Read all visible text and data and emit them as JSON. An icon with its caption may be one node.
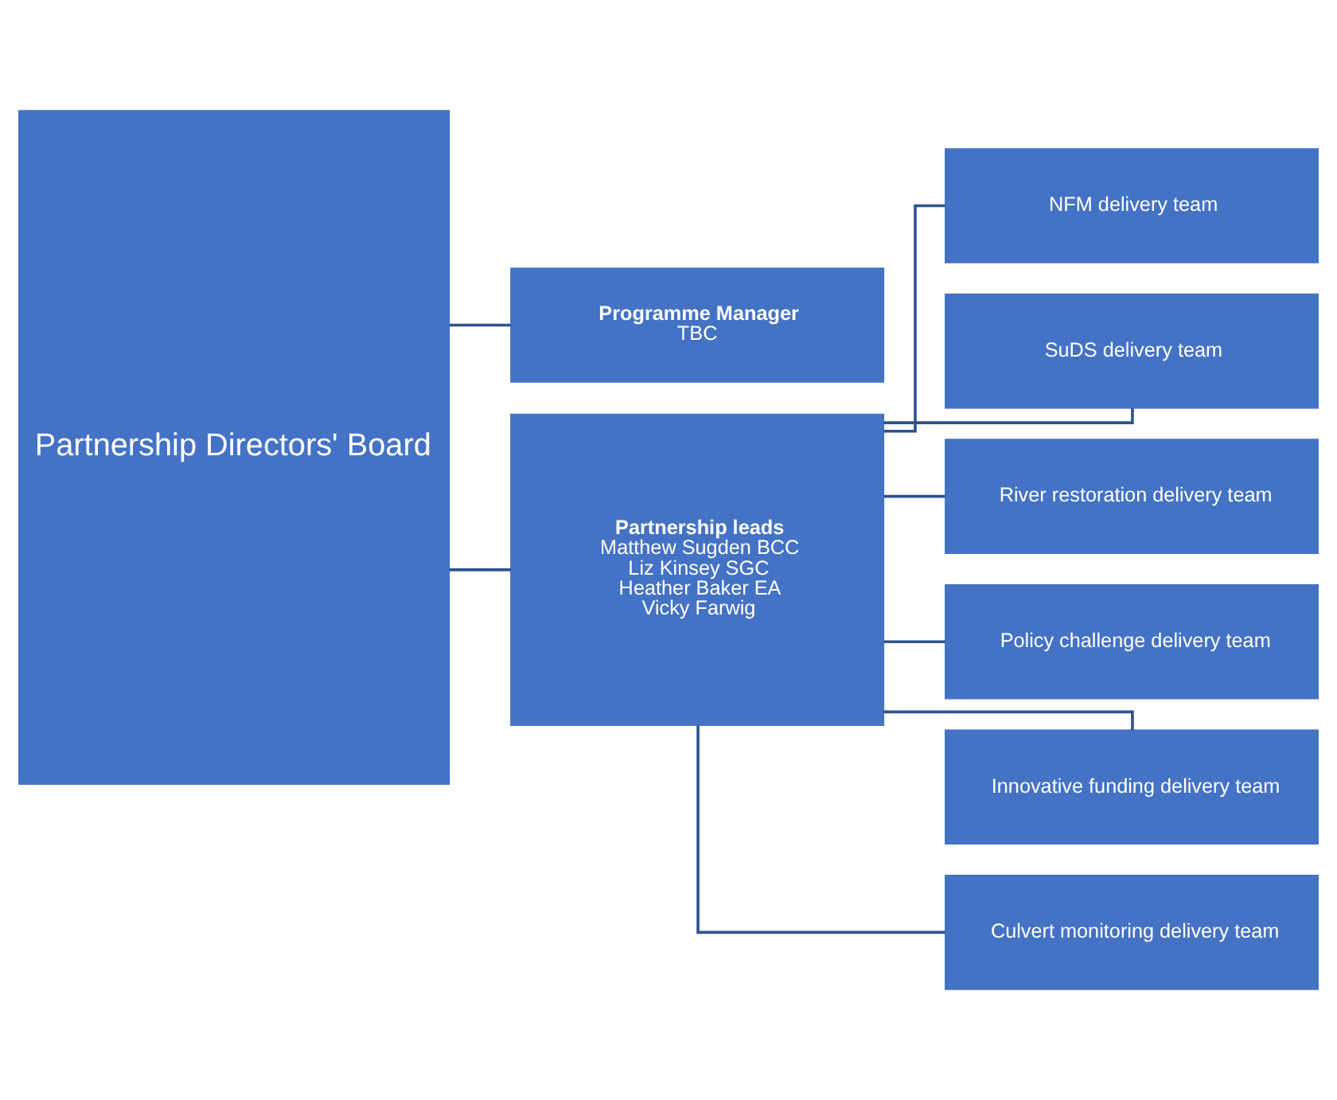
{
  "diagram": {
    "nodes": [
      {
        "text": [
          "Partnership Directors' Board"
        ]
      },
      {
        "text": [
          "Programme Manager",
          "TBC"
        ]
      },
      {
        "text": [
          "Partnership leads",
          "Matthew Sugden BCC",
          "Liz Kinsey SGC",
          "Heather Baker EA",
          "Vicky Farwig"
        ]
      },
      {
        "text": [
          "NFM delivery team"
        ]
      },
      {
        "text": [
          "SuDS delivery team"
        ]
      },
      {
        "text": [
          "River restoration delivery team"
        ]
      },
      {
        "text": [
          "Policy challenge delivery team"
        ]
      },
      {
        "text": [
          "Innovative funding delivery team"
        ]
      },
      {
        "text": [
          "Culvert monitoring delivery team"
        ]
      }
    ],
    "edges": [
      {
        "from": 0,
        "to": 1,
        "arrow": "none"
      },
      {
        "from": 0,
        "to": 2,
        "arrow": "none"
      },
      {
        "from": 2,
        "to": 3,
        "arrow": "none"
      },
      {
        "from": 2,
        "to": 4,
        "arrow": "none"
      },
      {
        "from": 2,
        "to": 5,
        "arrow": "none"
      },
      {
        "from": 2,
        "to": 6,
        "arrow": "none"
      },
      {
        "from": 2,
        "to": 7,
        "arrow": "none"
      },
      {
        "from": 2,
        "to": 8,
        "arrow": "none"
      }
    ]
  }
}
